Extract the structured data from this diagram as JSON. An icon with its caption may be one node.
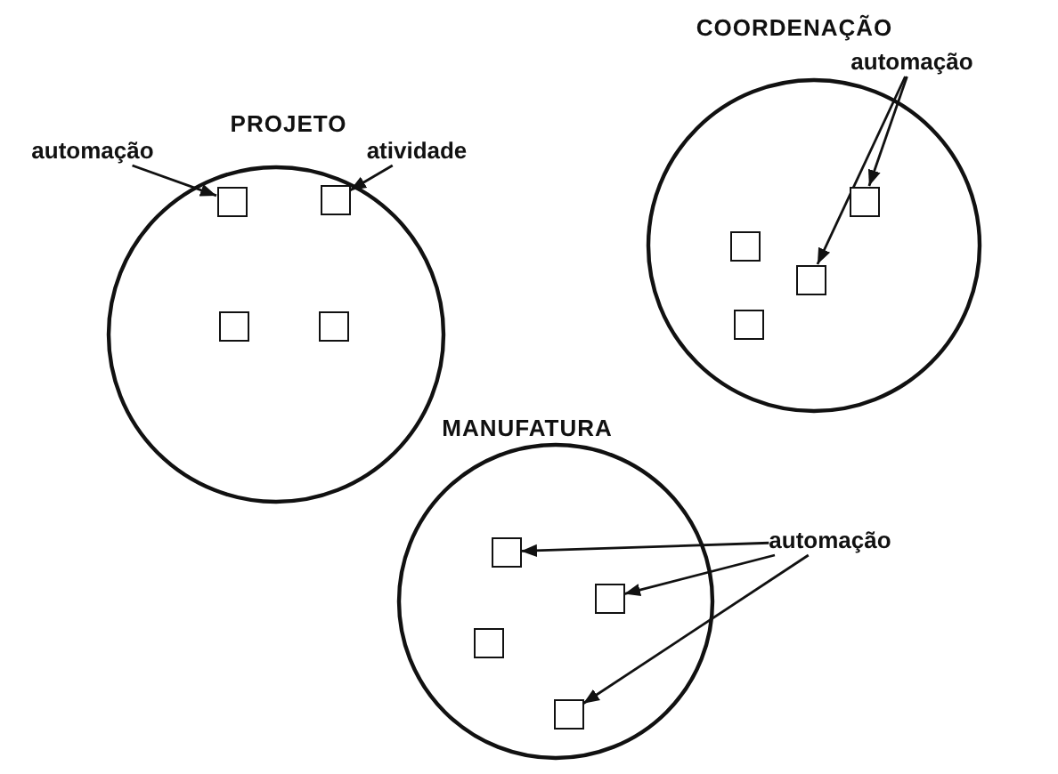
{
  "diagram": {
    "nodes": [
      {
        "text": [
          "PROJETO"
        ]
      },
      {
        "text": [],
        "shape": "box",
        "in": 0
      },
      {
        "text": [],
        "shape": "box",
        "in": 0
      },
      {
        "text": [],
        "shape": "box",
        "in": 0
      },
      {
        "text": [],
        "shape": "box",
        "in": 0
      },
      {
        "text": [
          "automação"
        ]
      },
      {
        "text": [
          "atividade"
        ]
      },
      {
        "text": [
          "COORDENAÇÃO"
        ]
      },
      {
        "text": [],
        "shape": "box",
        "in": 7
      },
      {
        "text": [],
        "shape": "box",
        "in": 7
      },
      {
        "text": [],
        "shape": "box",
        "in": 7
      },
      {
        "text": [],
        "shape": "box",
        "in": 7
      },
      {
        "text": [
          "automação"
        ]
      },
      {
        "text": [
          "MANUFATURA"
        ]
      },
      {
        "text": [],
        "shape": "box",
        "in": 13
      },
      {
        "text": [],
        "shape": "box",
        "in": 13
      },
      {
        "text": [],
        "shape": "box",
        "in": 13
      },
      {
        "text": [],
        "shape": "box",
        "in": 13
      },
      {
        "text": [
          "automação"
        ]
      }
    ],
    "edges": [
      {
        "from": 5,
        "to": 1,
        "arrow": "to"
      },
      {
        "from": 6,
        "to": 2,
        "arrow": "to"
      },
      {
        "from": 12,
        "to": 8,
        "arrow": "to"
      },
      {
        "from": 12,
        "to": 10,
        "arrow": "to"
      },
      {
        "from": 18,
        "to": 14,
        "arrow": "to"
      },
      {
        "from": 18,
        "to": 15,
        "arrow": "to"
      },
      {
        "from": 18,
        "to": 17,
        "arrow": "to"
      }
    ]
  }
}
